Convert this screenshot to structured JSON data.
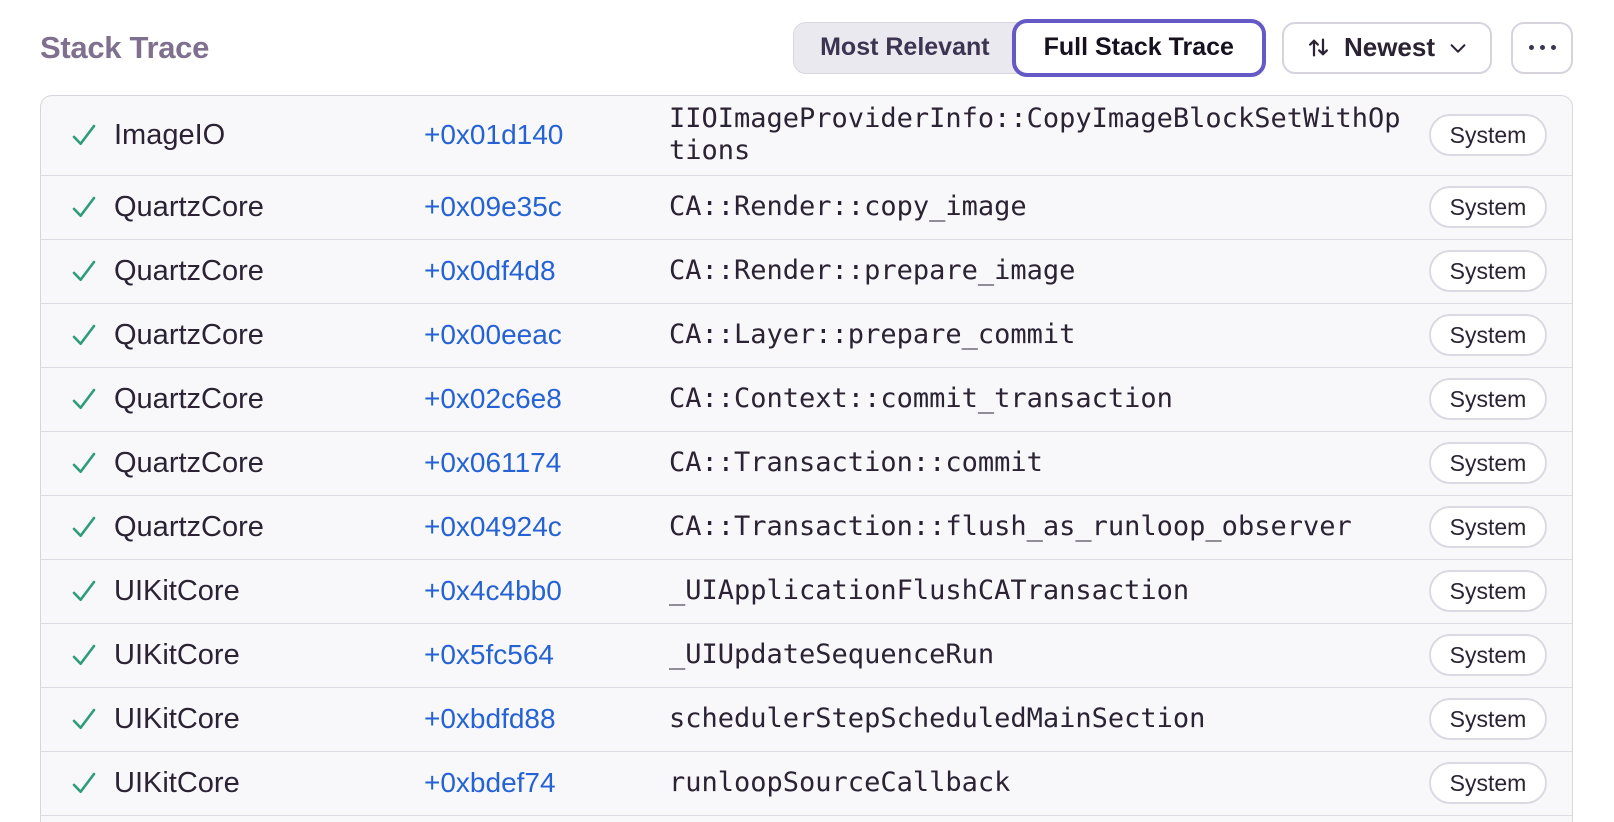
{
  "page": {
    "title": "Stack Trace"
  },
  "toolbar": {
    "view_toggle": {
      "options": [
        {
          "label": "Most Relevant",
          "selected": false
        },
        {
          "label": "Full Stack Trace",
          "selected": true
        }
      ]
    },
    "sort_button": {
      "label": "Newest",
      "icons": [
        "sort-arrows-icon",
        "chevron-down-icon"
      ]
    },
    "more_button": {
      "icon": "ellipsis-icon"
    }
  },
  "colors": {
    "accent_purple": "#6559c5",
    "link_blue": "#2562d4",
    "check_green": "#2d9e75",
    "heading_gray": "#80708f"
  },
  "stack_trace": {
    "rows": [
      {
        "icon": "check-icon",
        "module": "ImageIO",
        "address": "+0x01d140",
        "function": "IIOImageProviderInfo::CopyImageBlockSetWithOptions",
        "tag": "System"
      },
      {
        "icon": "check-icon",
        "module": "QuartzCore",
        "address": "+0x09e35c",
        "function": "CA::Render::copy_image",
        "tag": "System"
      },
      {
        "icon": "check-icon",
        "module": "QuartzCore",
        "address": "+0x0df4d8",
        "function": "CA::Render::prepare_image",
        "tag": "System"
      },
      {
        "icon": "check-icon",
        "module": "QuartzCore",
        "address": "+0x00eeac",
        "function": "CA::Layer::prepare_commit",
        "tag": "System"
      },
      {
        "icon": "check-icon",
        "module": "QuartzCore",
        "address": "+0x02c6e8",
        "function": "CA::Context::commit_transaction",
        "tag": "System"
      },
      {
        "icon": "check-icon",
        "module": "QuartzCore",
        "address": "+0x061174",
        "function": "CA::Transaction::commit",
        "tag": "System"
      },
      {
        "icon": "check-icon",
        "module": "QuartzCore",
        "address": "+0x04924c",
        "function": "CA::Transaction::flush_as_runloop_observer",
        "tag": "System"
      },
      {
        "icon": "check-icon",
        "module": "UIKitCore",
        "address": "+0x4c4bb0",
        "function": "_UIApplicationFlushCATransaction",
        "tag": "System"
      },
      {
        "icon": "check-icon",
        "module": "UIKitCore",
        "address": "+0x5fc564",
        "function": "_UIUpdateSequenceRun",
        "tag": "System"
      },
      {
        "icon": "check-icon",
        "module": "UIKitCore",
        "address": "+0xbdfd88",
        "function": "schedulerStepScheduledMainSection",
        "tag": "System"
      },
      {
        "icon": "check-icon",
        "module": "UIKitCore",
        "address": "+0xbdef74",
        "function": "runloopSourceCallback",
        "tag": "System"
      }
    ]
  }
}
